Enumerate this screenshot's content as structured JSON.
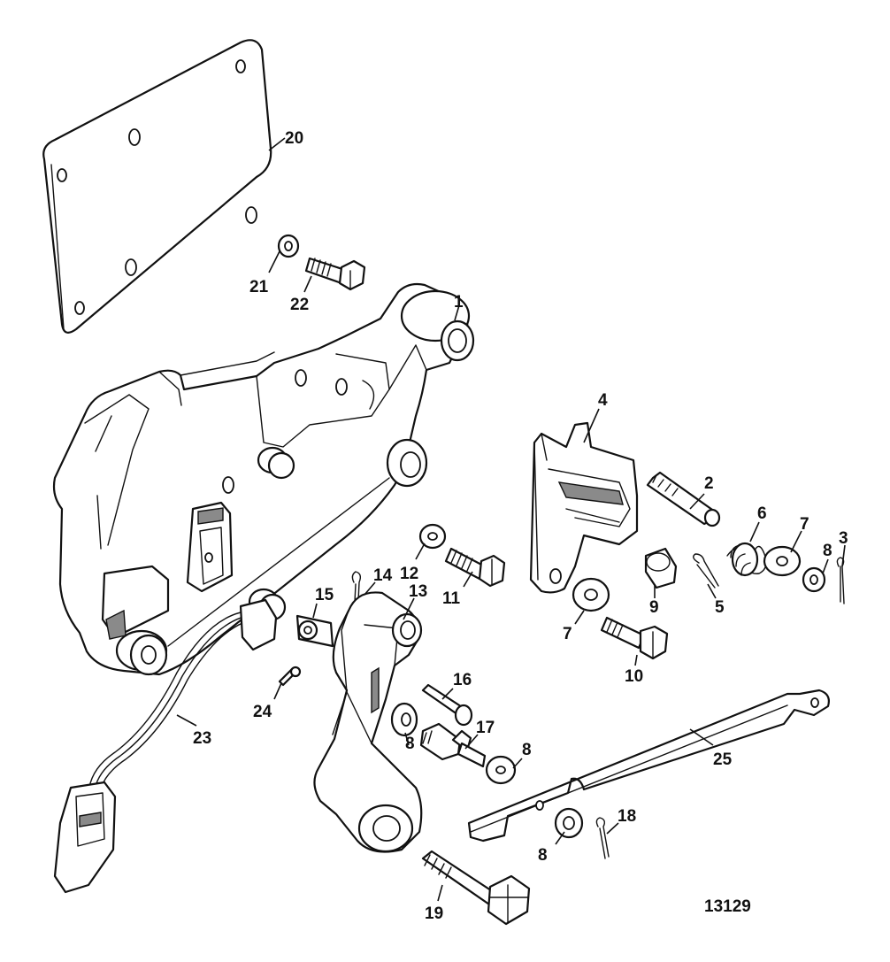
{
  "diagram": {
    "figure_number": "13129",
    "callouts": [
      {
        "id": "c1",
        "label": "1"
      },
      {
        "id": "c2",
        "label": "2"
      },
      {
        "id": "c3",
        "label": "3"
      },
      {
        "id": "c4",
        "label": "4"
      },
      {
        "id": "c5",
        "label": "5"
      },
      {
        "id": "c6",
        "label": "6"
      },
      {
        "id": "c7a",
        "label": "7"
      },
      {
        "id": "c7b",
        "label": "7"
      },
      {
        "id": "c8a",
        "label": "8"
      },
      {
        "id": "c8b",
        "label": "8"
      },
      {
        "id": "c8c",
        "label": "8"
      },
      {
        "id": "c8d",
        "label": "8"
      },
      {
        "id": "c9",
        "label": "9"
      },
      {
        "id": "c10",
        "label": "10"
      },
      {
        "id": "c11",
        "label": "11"
      },
      {
        "id": "c12",
        "label": "12"
      },
      {
        "id": "c13",
        "label": "13"
      },
      {
        "id": "c14",
        "label": "14"
      },
      {
        "id": "c15",
        "label": "15"
      },
      {
        "id": "c16",
        "label": "16"
      },
      {
        "id": "c17",
        "label": "17"
      },
      {
        "id": "c18",
        "label": "18"
      },
      {
        "id": "c19",
        "label": "19"
      },
      {
        "id": "c20",
        "label": "20"
      },
      {
        "id": "c21",
        "label": "21"
      },
      {
        "id": "c22",
        "label": "22"
      },
      {
        "id": "c23",
        "label": "23"
      },
      {
        "id": "c24",
        "label": "24"
      },
      {
        "id": "c25",
        "label": "25"
      }
    ]
  }
}
